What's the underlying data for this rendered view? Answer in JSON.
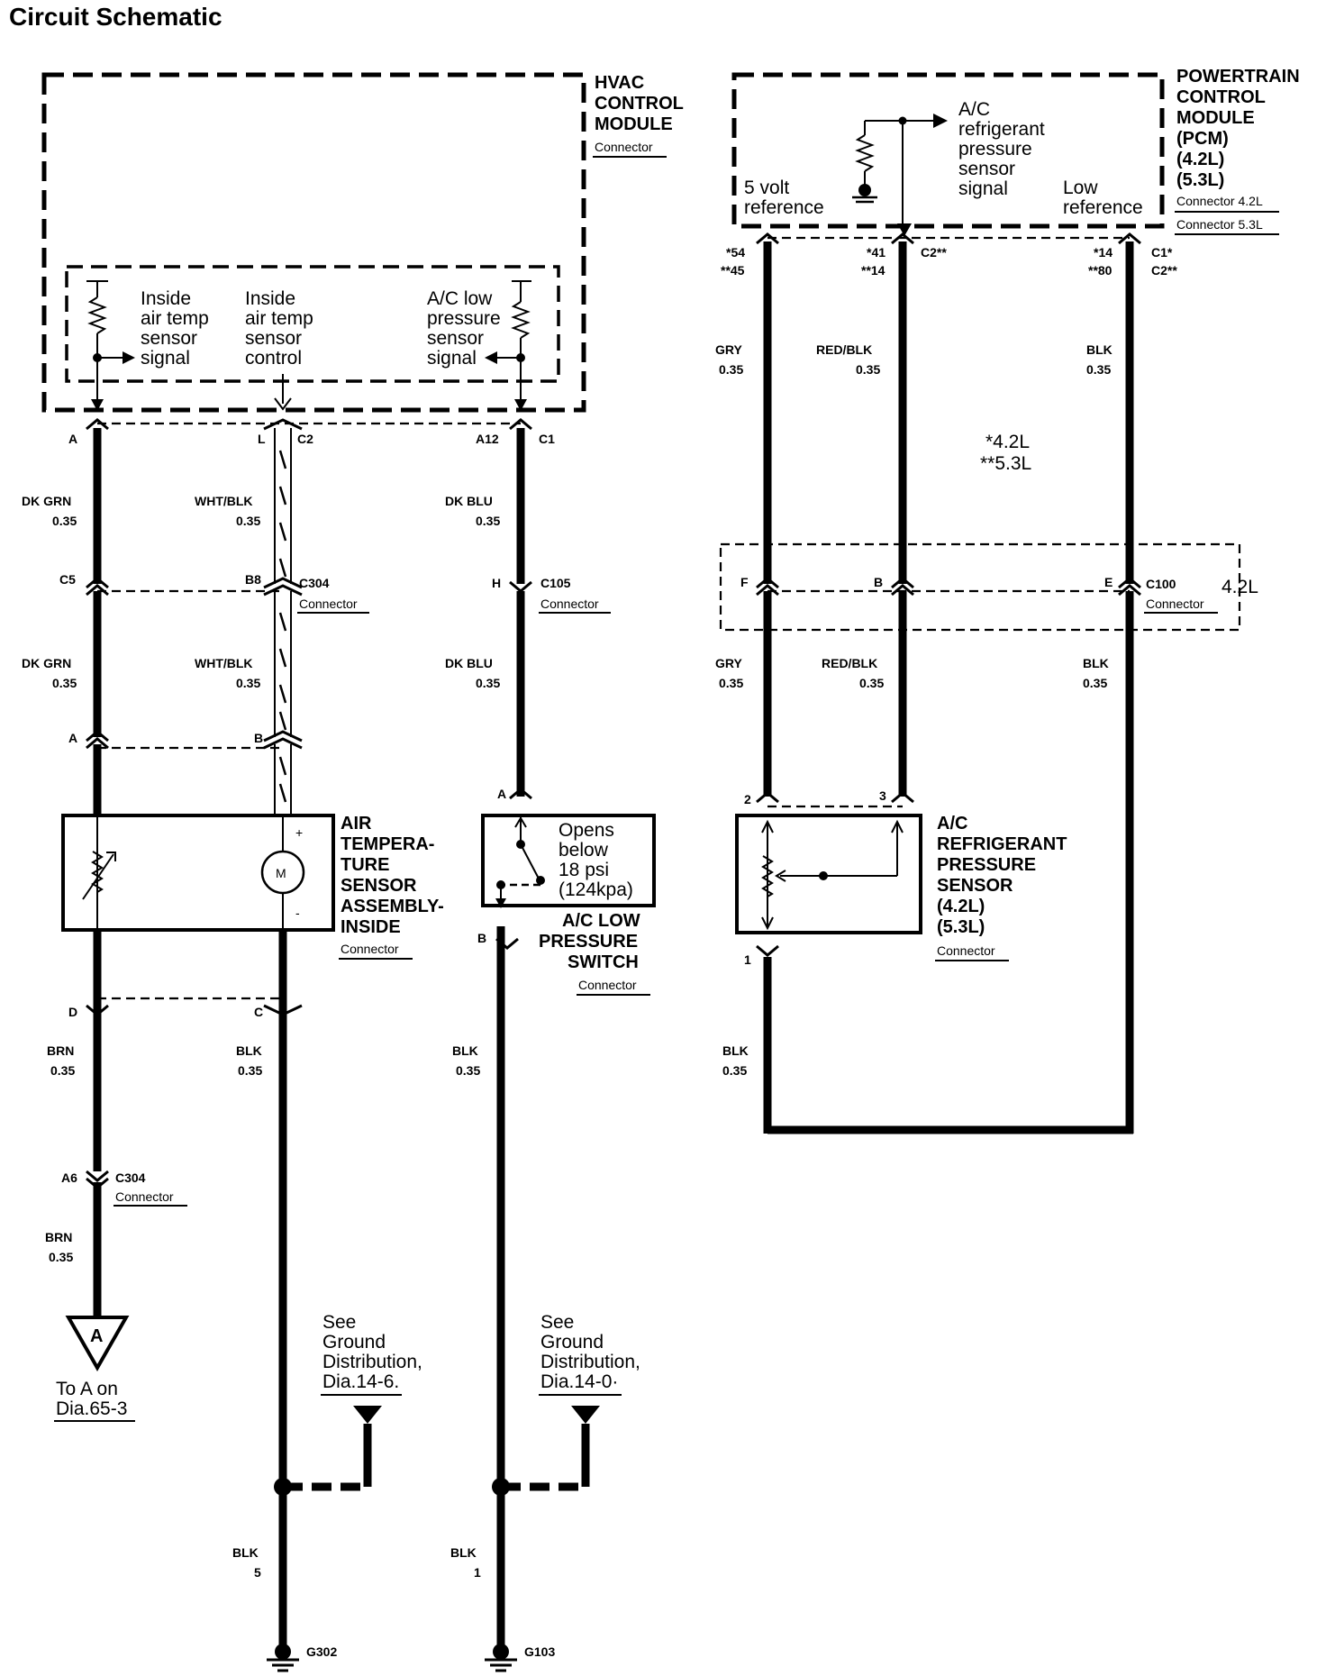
{
  "title": "Circuit Schematic",
  "hvac": {
    "name_lines": [
      "HVAC",
      "CONTROL",
      "MODULE"
    ],
    "connector": "Connector",
    "inside_temp_signal": [
      "Inside",
      "air temp",
      "sensor",
      "signal"
    ],
    "inside_temp_control": [
      "Inside",
      "air temp",
      "sensor",
      "control"
    ],
    "ac_low_pressure_signal": [
      "A/C low",
      "pressure",
      "sensor",
      "signal"
    ]
  },
  "pcm": {
    "name_lines": [
      "POWERTRAIN",
      "CONTROL",
      "MODULE",
      "(PCM)",
      "(4.2L)",
      "(5.3L)"
    ],
    "connector_42": "Connector 4.2L",
    "connector_53": "Connector 5.3L",
    "five_volt": [
      "5 volt",
      "reference"
    ],
    "ac_refrig_signal": [
      "A/C",
      "refrigerant",
      "pressure",
      "sensor",
      "signal"
    ],
    "low_ref": [
      "Low",
      "reference"
    ]
  },
  "pins": {
    "hvac_a": "A",
    "hvac_l": "L",
    "hvac_c2": "C2",
    "hvac_a12": "A12",
    "hvac_c1": "C1",
    "c304_c5": "C5",
    "c304_b8": "B8",
    "c304": "C304",
    "c105_h": "H",
    "c105": "C105",
    "ats_a": "A",
    "ats_b": "B",
    "ats_d": "D",
    "ats_c": "C",
    "sw_a": "A",
    "sw_b": "B",
    "a6": "A6",
    "c304b": "C304",
    "pcm_54": "*54",
    "pcm_45": "**45",
    "pcm_41": "*41",
    "pcm_14a": "**14",
    "pcm_c2a": "C2**",
    "pcm_14b": "*14",
    "pcm_80": "**80",
    "pcm_c1": "C1*",
    "pcm_c2b": "C2**",
    "c100_f": "F",
    "c100_b": "B",
    "c100_e": "E",
    "c100": "C100",
    "c100_eng": "4.2L",
    "prs_2": "2",
    "prs_3": "3",
    "prs_1": "1"
  },
  "wires": {
    "dkgrn": "DK GRN",
    "whtblk": "WHT/BLK",
    "dkblu": "DK BLU",
    "brn": "BRN",
    "blk": "BLK",
    "gry": "GRY",
    "redblk": "RED/BLK",
    "g035": "0.35",
    "n5": "5",
    "n1": "1"
  },
  "engine_note": [
    "*4.2L",
    "**5.3L"
  ],
  "ats": {
    "name_lines": [
      "AIR",
      "TEMPERA-",
      "TURE",
      "SENSOR",
      "ASSEMBLY-",
      "INSIDE"
    ],
    "connector": "Connector",
    "motor": "M",
    "plus": "+",
    "minus": "-"
  },
  "switch": {
    "note": [
      "Opens",
      "below",
      "18 psi",
      "(124kpa)"
    ],
    "name_lines": [
      "A/C LOW",
      "PRESSURE",
      "SWITCH"
    ],
    "connector": "Connector"
  },
  "prs": {
    "name_lines": [
      "A/C",
      "REFRIGERANT",
      "PRESSURE",
      "SENSOR",
      "(4.2L)",
      "(5.3L)"
    ],
    "connector": "Connector"
  },
  "connector_word": "Connector",
  "offpage": {
    "symbol": "A",
    "text": [
      "To A on",
      "Dia.65-3"
    ]
  },
  "ground1": {
    "note": [
      "See",
      "Ground",
      "Distribution,",
      "Dia.14-6."
    ],
    "name": "G302"
  },
  "ground2": {
    "note": [
      "See",
      "Ground",
      "Distribution,",
      "Dia.14-0·"
    ],
    "name": "G103"
  }
}
